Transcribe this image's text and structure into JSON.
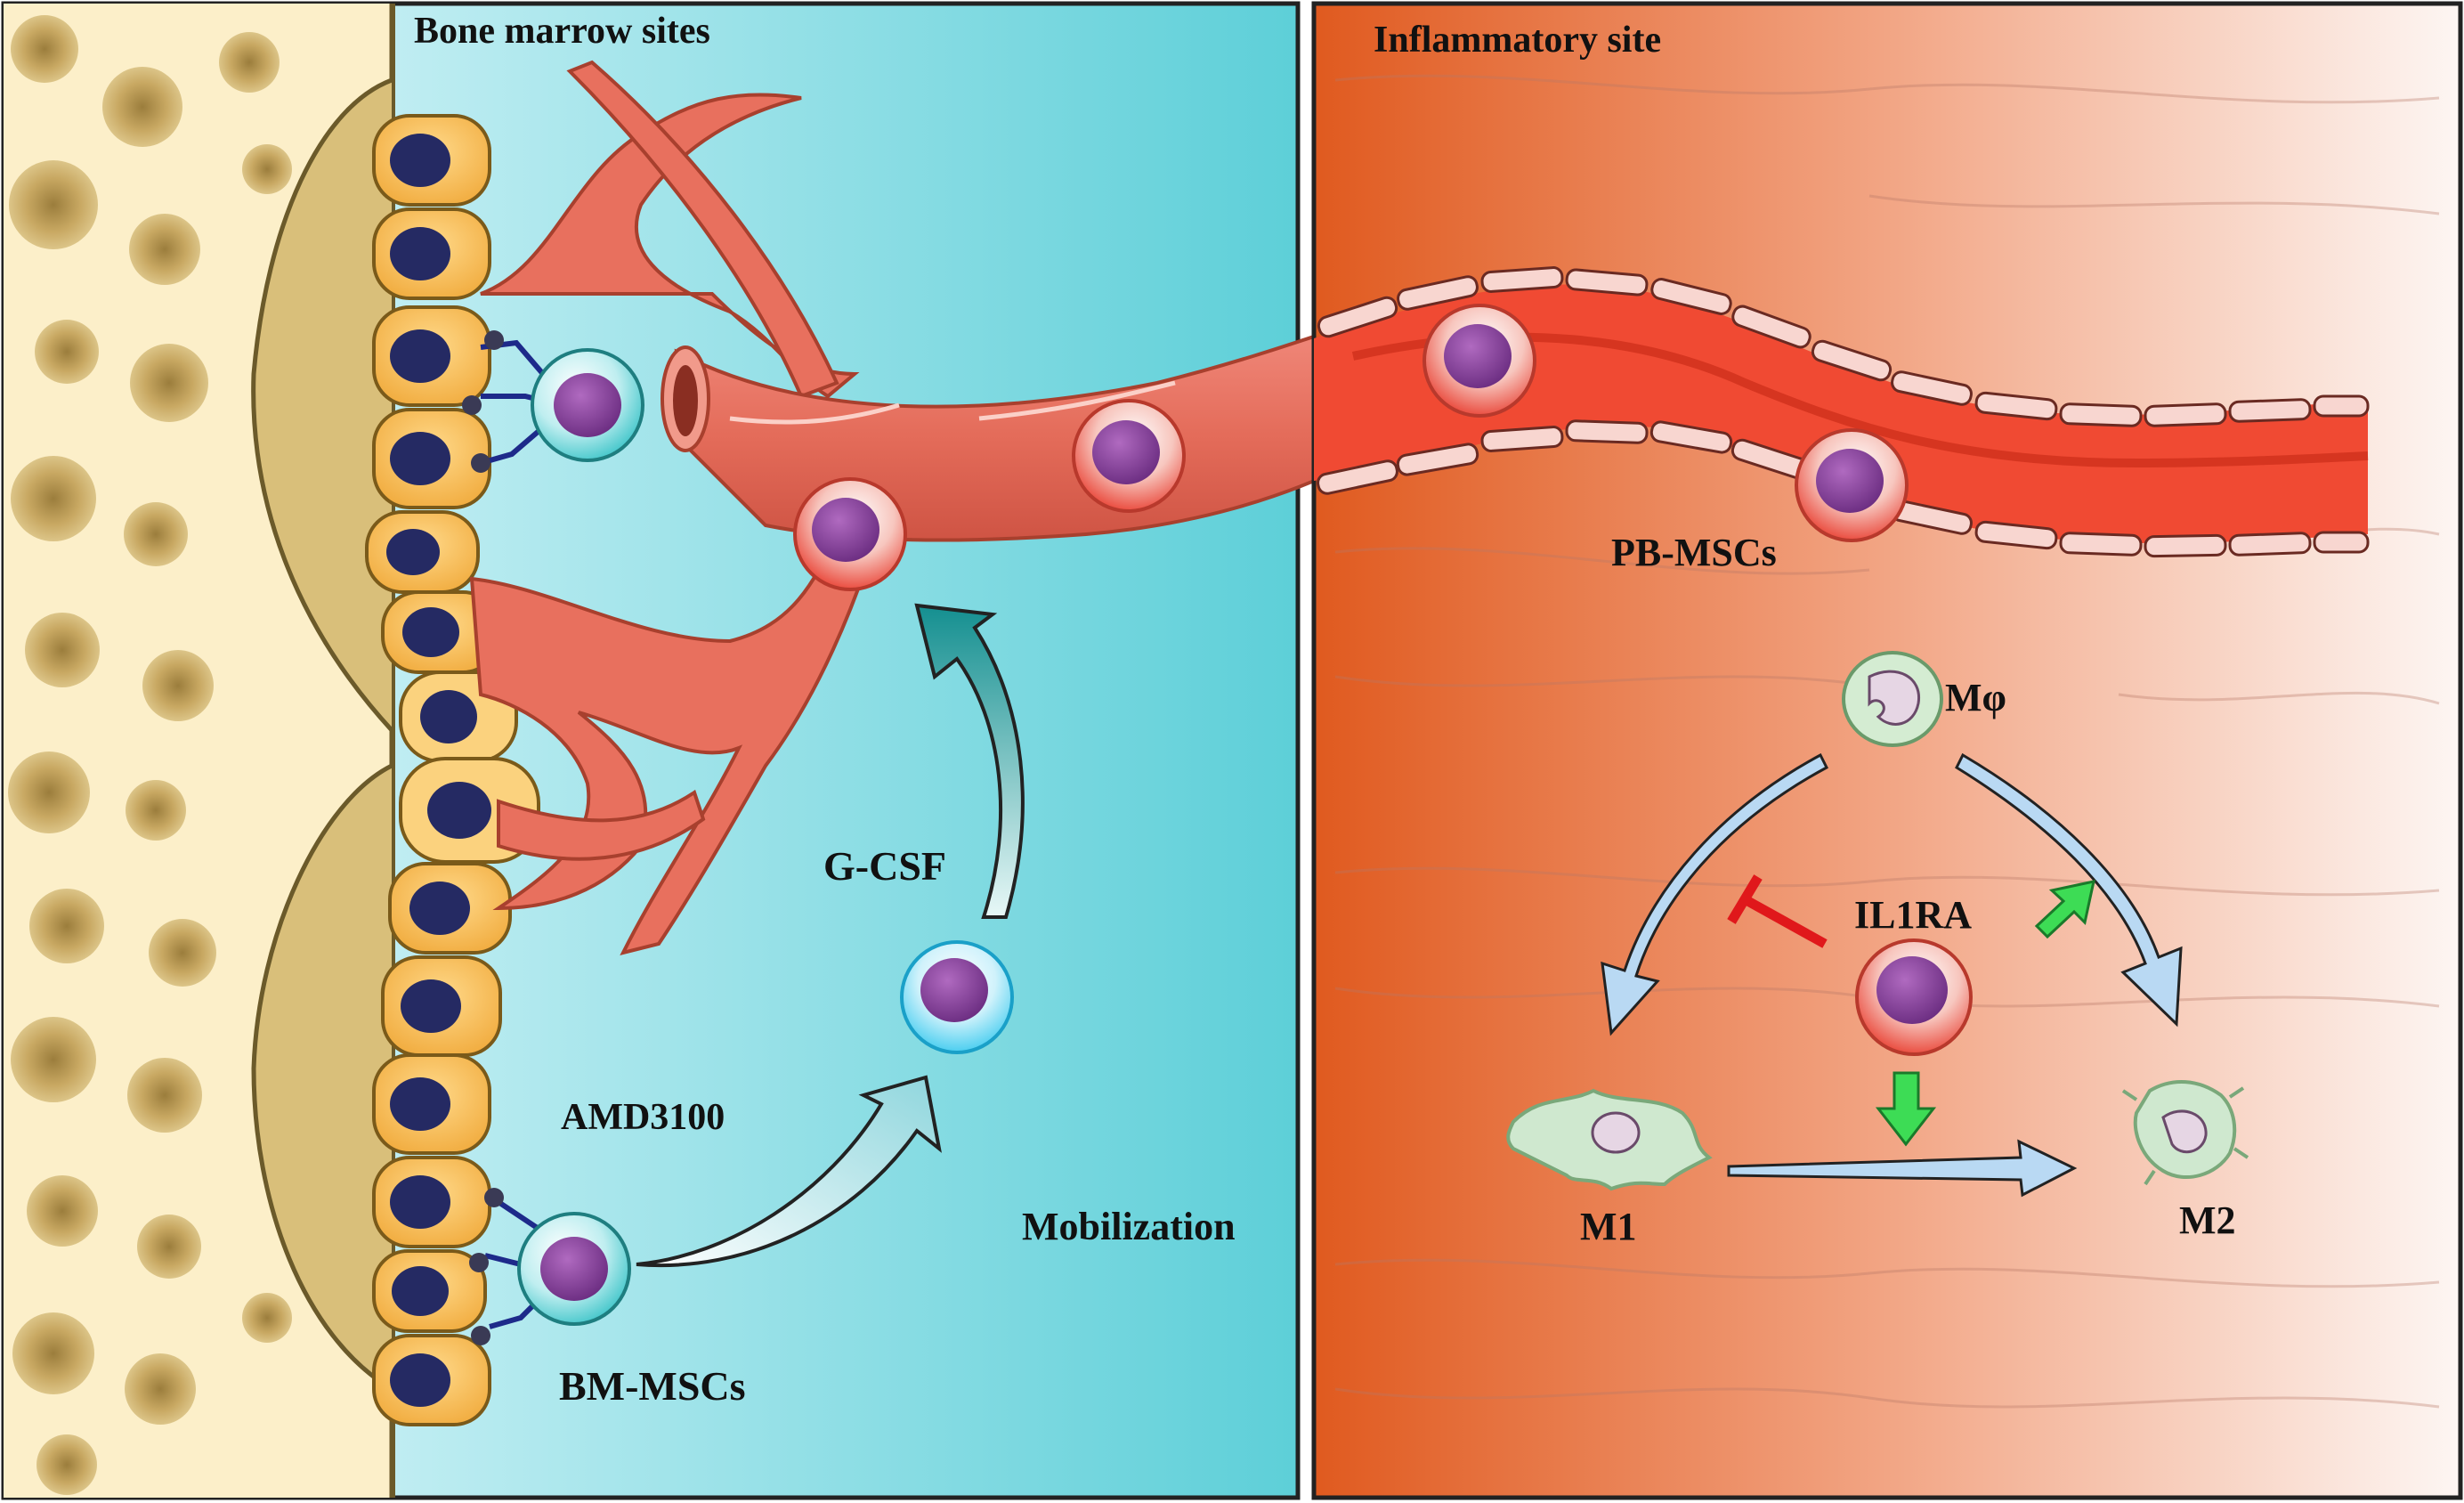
{
  "panels": {
    "left_title": "Bone marrow sites",
    "right_title": "Inflammatory site"
  },
  "labels": {
    "g_csf": "G-CSF",
    "amd3100": "AMD3100",
    "mobilization": "Mobilization",
    "bm_mscs": "BM-MSCs",
    "pb_mscs": "PB-MSCs",
    "macrophage": "Mφ",
    "il1ra": "IL1RA",
    "m1": "M1",
    "m2": "M2"
  },
  "colors": {
    "bone_matrix": "#fcefc9",
    "bone_pore": "#c9a95e",
    "osteoblast": "#f5b94a",
    "nucleus": "#252a63",
    "marrow_bg_light": "#e8f8fb",
    "marrow_bg_dark": "#5ccfd8",
    "vessel_bm": "#e86a58",
    "vessel_inflam": "#f04430",
    "inflam_bg_dark": "#e05a1f",
    "inflam_bg_light": "#fdf5f2",
    "msc_nucleus": "#7a3d8c",
    "mobilization_arrow": "#1a9ea0",
    "pathway_arrow": "#b8d8f2",
    "promote_arrow": "#3ddc55",
    "inhibit_bar": "#e0181b",
    "macrophage_fill": "#cfe8cf"
  }
}
